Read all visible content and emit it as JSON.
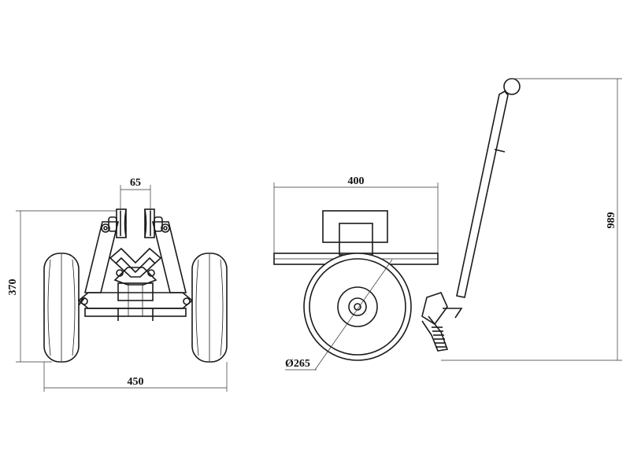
{
  "dimensions": {
    "v_block_width": "65",
    "front_height": "370",
    "front_width": "450",
    "side_length": "400",
    "handle_height": "989",
    "wheel_diameter": "Ø265"
  }
}
